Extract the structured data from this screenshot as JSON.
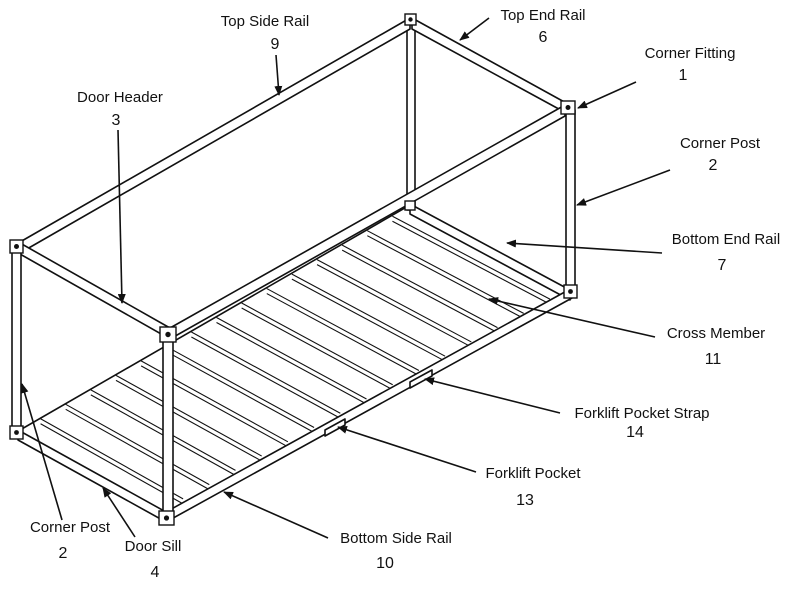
{
  "labels": {
    "corner_fitting": {
      "name": "Corner Fitting",
      "number": "1"
    },
    "corner_post_right": {
      "name": "Corner Post",
      "number": "2"
    },
    "door_header": {
      "name": "Door Header",
      "number": "3"
    },
    "door_sill": {
      "name": "Door Sill",
      "number": "4"
    },
    "top_end_rail": {
      "name": "Top End Rail",
      "number": "6"
    },
    "bottom_end_rail": {
      "name": "Bottom End Rail",
      "number": "7"
    },
    "top_side_rail": {
      "name": "Top Side Rail",
      "number": "9"
    },
    "bottom_side_rail": {
      "name": "Bottom Side Rail",
      "number": "10"
    },
    "cross_member": {
      "name": "Cross Member",
      "number": "11"
    },
    "forklift_pocket": {
      "name": "Forklift Pocket",
      "number": "13"
    },
    "forklift_pocket_strap": {
      "name": "Forklift Pocket Strap",
      "number": "14"
    },
    "corner_post_left": {
      "name": "Corner Post",
      "number": "2"
    }
  }
}
